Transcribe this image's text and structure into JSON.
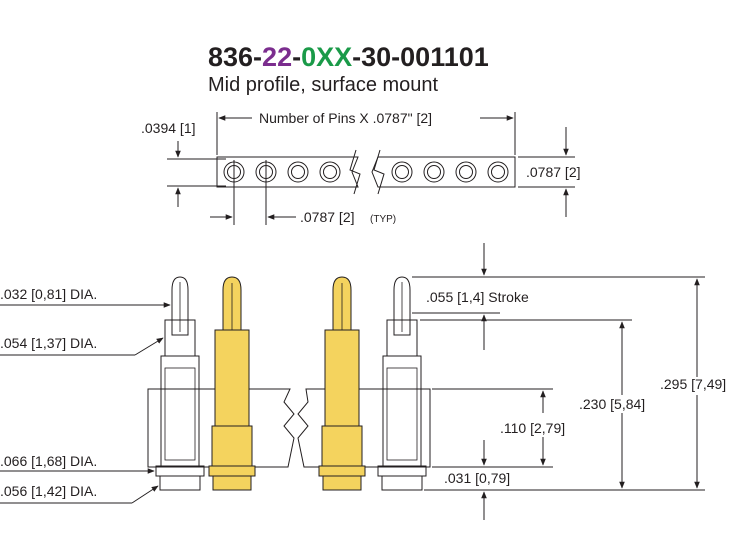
{
  "title": {
    "seg1": "836-",
    "seg2": "22",
    "seg3": "-",
    "seg4": "0XX",
    "seg5": "-30-001101",
    "subtitle": "Mid profile, surface mount"
  },
  "colors": {
    "text": "#231f20",
    "purple": "#7b2d8e",
    "green": "#1a9a48",
    "gold": "#f4d35e",
    "gold_edge": "#b8941f",
    "pin_silver": "#f2f2f2"
  },
  "top_view": {
    "pitch_label": ".0394 [1]",
    "length_label": "Number of Pins X .0787\" [2]",
    "height_label": ".0787 [2]",
    "pin_spacing_label": ".0787 [2]",
    "typ_label": "(TYP)"
  },
  "side_view": {
    "tip_dia": ".032 [0,81] DIA.",
    "body_dia": ".054 [1,37] DIA.",
    "flange_dia": ".066 [1,68] DIA.",
    "base_dia": ".056 [1,42] DIA.",
    "stroke": ".055 [1,4] Stroke",
    "height_total": ".295 [7,49]",
    "height_compressed": ".230 [5,84]",
    "insulator_height": ".110 [2,79]",
    "base_height": ".031 [0,79]"
  }
}
